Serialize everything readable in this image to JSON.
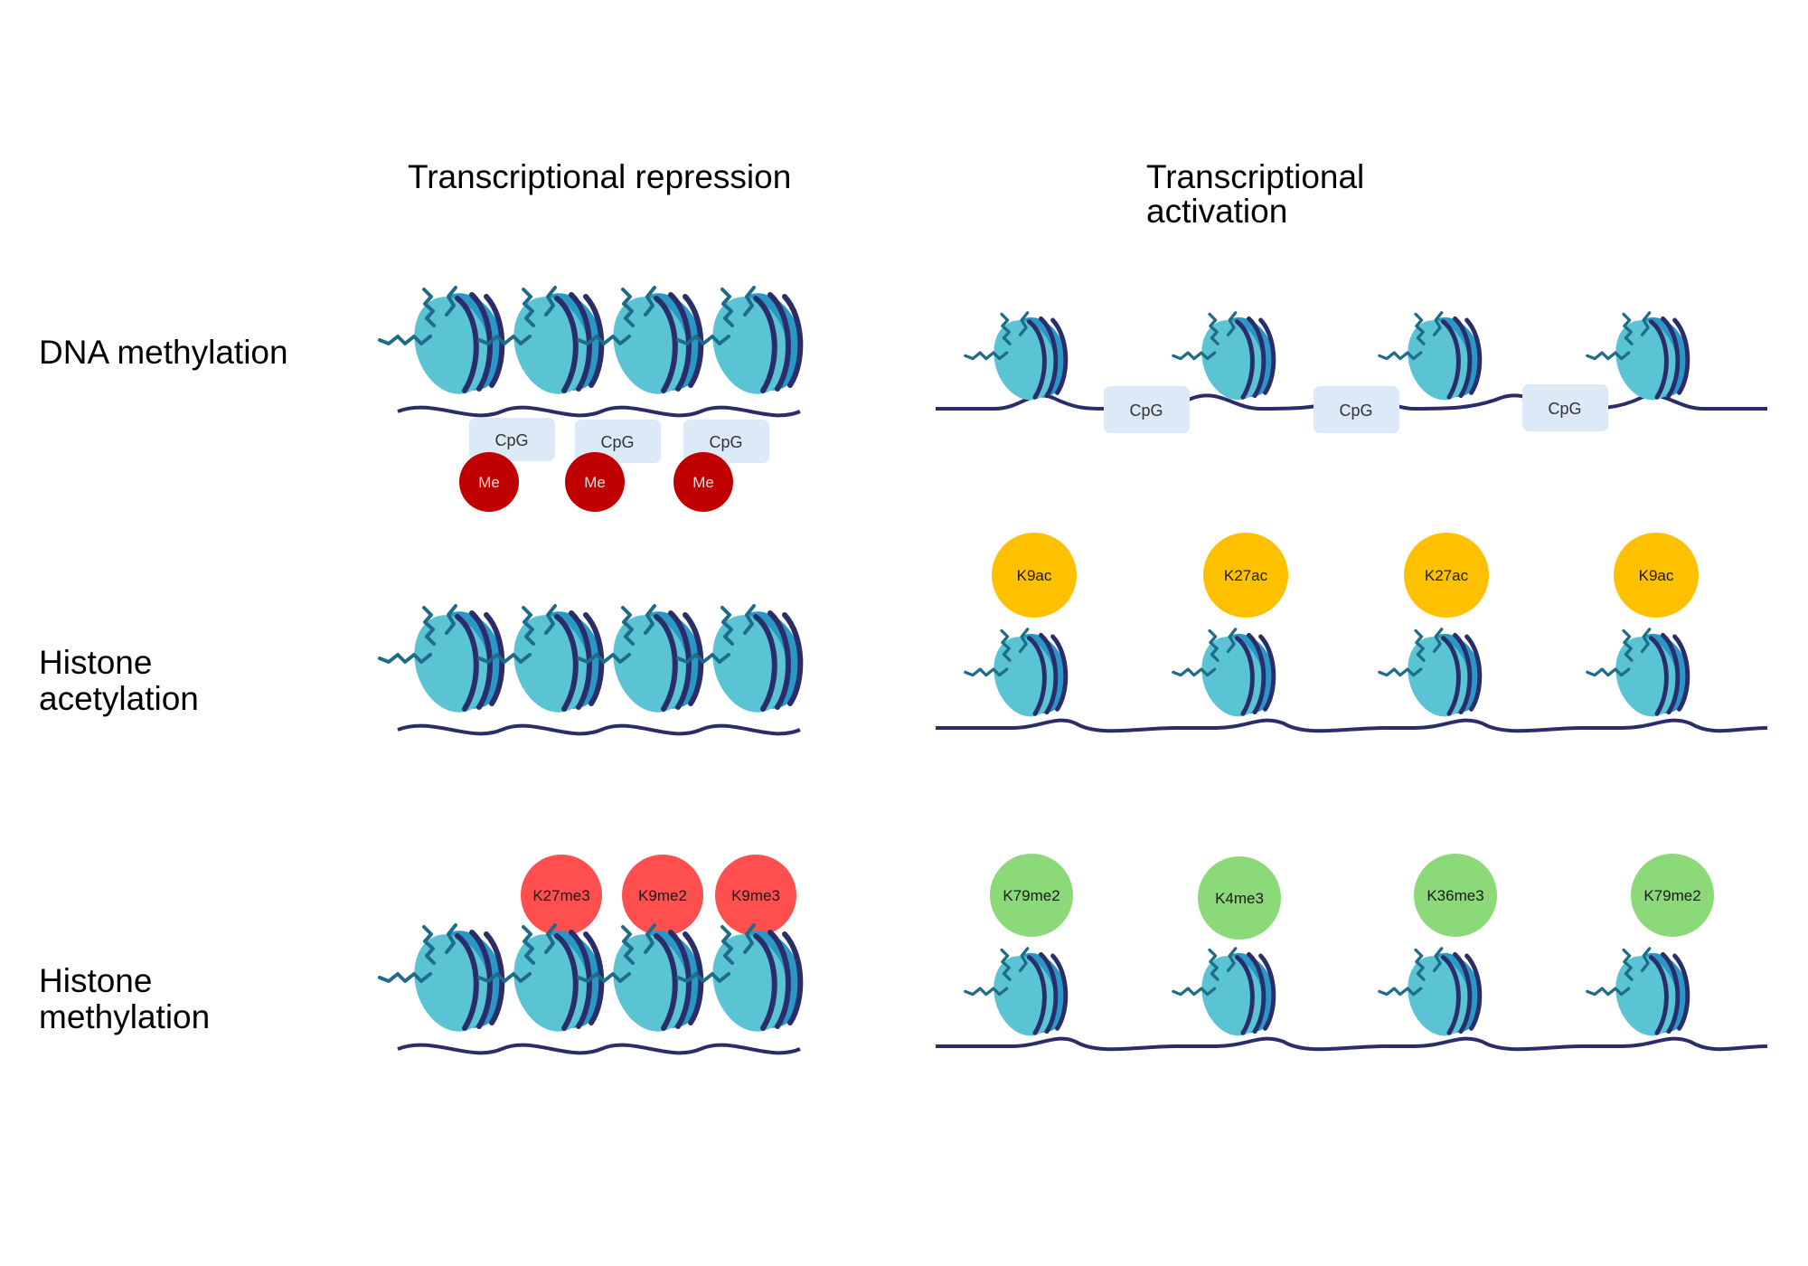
{
  "headers": {
    "repression": "Transcriptional repression",
    "activation_line1": "Transcriptional",
    "activation_line2": "activation"
  },
  "rows": {
    "dna_methylation": "DNA methylation",
    "histone_acetylation_line1": "Histone",
    "histone_acetylation_line2": "acetylation",
    "histone_methylation_line1": "Histone",
    "histone_methylation_line2": "methylation"
  },
  "dna_methylation": {
    "repressed_cpg": [
      "CpG",
      "CpG",
      "CpG"
    ],
    "methyl_marks": [
      "Me",
      "Me",
      "Me"
    ],
    "active_cpg": [
      "CpG",
      "CpG",
      "CpG"
    ]
  },
  "histone_acetylation": {
    "active_marks": [
      "K9ac",
      "K27ac",
      "K27ac",
      "K9ac"
    ]
  },
  "histone_methylation": {
    "repressive_marks": [
      "K27me3",
      "K9me2",
      "K9me3"
    ],
    "active_marks": [
      "K79me2",
      "K4me3",
      "K36me3",
      "K79me2"
    ]
  },
  "colors": {
    "nucleosome_light": "#5BC4D4",
    "nucleosome_dark": "#2A98C6",
    "dna_strand": "#2B2D6A",
    "tail": "#1E6C8A",
    "cpg_box": "#DCE9F6",
    "methyl": "#C00000",
    "acetyl": "#FFC000",
    "repressive_histone_mark": "#FF4F4F",
    "active_histone_mark": "#8CD97A"
  }
}
